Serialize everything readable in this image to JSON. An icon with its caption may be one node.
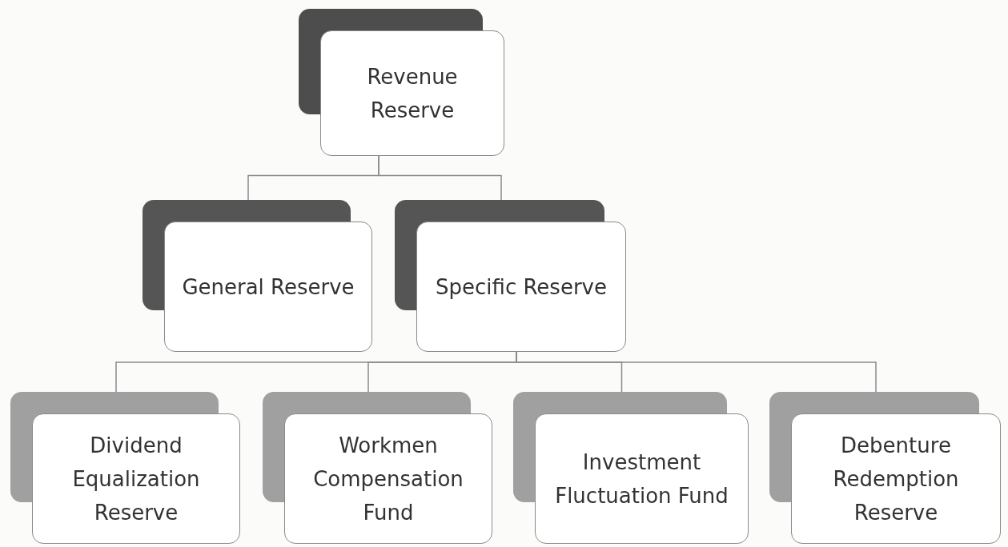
{
  "diagram": {
    "nodes": [
      {
        "text": [
          "Revenue Reserve"
        ]
      },
      {
        "text": [
          "General Reserve"
        ]
      },
      {
        "text": [
          "Specific Reserve"
        ]
      },
      {
        "text": [
          "Dividend Equalization Reserve"
        ]
      },
      {
        "text": [
          "Workmen Compensation Fund"
        ]
      },
      {
        "text": [
          "Investment Fluctuation Fund"
        ]
      },
      {
        "text": [
          "Debenture Redemption Reserve"
        ]
      }
    ],
    "edges": [
      {
        "from": 0,
        "to": 1,
        "arrow": "none"
      },
      {
        "from": 0,
        "to": 2,
        "arrow": "none"
      },
      {
        "from": 2,
        "to": 3,
        "arrow": "none"
      },
      {
        "from": 2,
        "to": 4,
        "arrow": "none"
      },
      {
        "from": 2,
        "to": 5,
        "arrow": "none"
      },
      {
        "from": 2,
        "to": 6,
        "arrow": "none"
      }
    ]
  }
}
